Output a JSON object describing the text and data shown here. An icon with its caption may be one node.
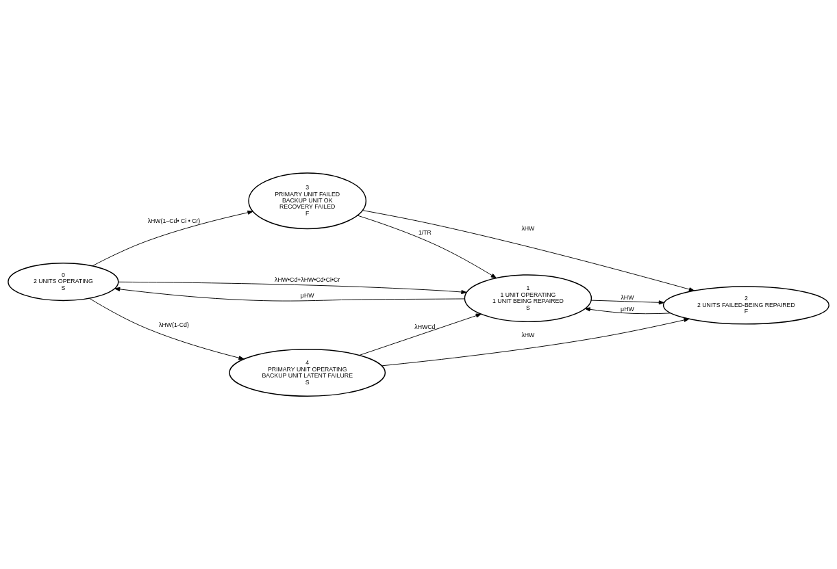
{
  "diagram": {
    "nodes": [
      {
        "text": [
          "0",
          "2 UNITS OPERATING",
          "S"
        ]
      },
      {
        "text": [
          "3",
          "PRIMARY UNIT FAILED",
          "BACKUP UNIT OK",
          "RECOVERY FAILED",
          "F"
        ]
      },
      {
        "text": [
          "1",
          "1 UNIT OPERATING",
          "1 UNIT BEING REPAIRED",
          "S"
        ]
      },
      {
        "text": [
          "4",
          "PRIMARY UNIT OPERATING",
          "BACKUP UNIT LATENT FAILURE",
          "S"
        ]
      },
      {
        "text": [
          "2",
          "2 UNITS FAILED-BEING REPAIRED",
          "F"
        ]
      }
    ],
    "edges": [
      {
        "from": 0,
        "to": 1,
        "arrow": "to",
        "label": "λHW(1–Cd• Ci • Cr)"
      },
      {
        "from": 1,
        "to": 4,
        "arrow": "to",
        "label": "λHW"
      },
      {
        "from": 1,
        "to": 2,
        "arrow": "to",
        "label": "1/TR"
      },
      {
        "from": 0,
        "to": 2,
        "arrow": "to",
        "label": "λHW•Cd+λHW•Cd•Ci•Cr"
      },
      {
        "from": 2,
        "to": 0,
        "arrow": "to",
        "label": "μHW"
      },
      {
        "from": 2,
        "to": 4,
        "arrow": "to",
        "label": "λHW"
      },
      {
        "from": 4,
        "to": 2,
        "arrow": "to",
        "label": "μHW"
      },
      {
        "from": 0,
        "to": 3,
        "arrow": "to",
        "label": "λHW(1-Cd)"
      },
      {
        "from": 3,
        "to": 2,
        "arrow": "to",
        "label": "λHWCd"
      },
      {
        "from": 3,
        "to": 4,
        "arrow": "to",
        "label": "λHW"
      }
    ]
  }
}
